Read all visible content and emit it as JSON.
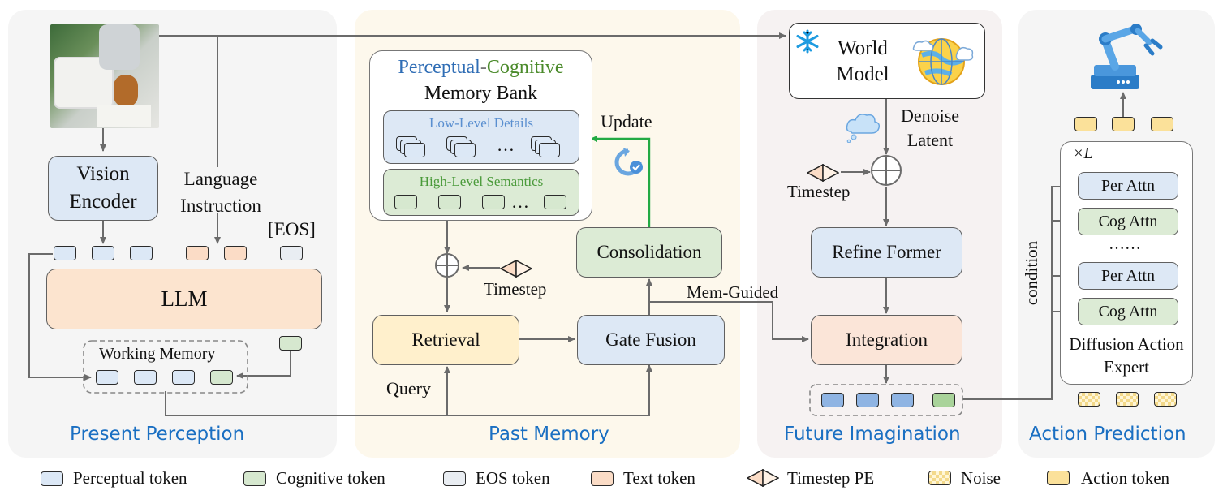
{
  "sections": {
    "present": "Present Perception",
    "past": "Past Memory",
    "future": "Future Imagination",
    "action": "Action Prediction"
  },
  "present": {
    "vision_encoder": "Vision Encoder",
    "language_instruction": "Language Instruction",
    "eos_label": "[EOS]",
    "llm": "LLM",
    "working_memory": "Working Memory"
  },
  "past": {
    "bank_title_perceptual": "Perceptual",
    "bank_title_dash": "-",
    "bank_title_cognitive": "Cognitive",
    "bank_subtitle": "Memory Bank",
    "low_level": "Low-Level Details",
    "high_level": "High-Level Semantics",
    "ellipsis": "…",
    "update": "Update",
    "timestep": "Timestep",
    "consolidation": "Consolidation",
    "retrieval": "Retrieval",
    "gate_fusion": "Gate Fusion",
    "query": "Query",
    "mem_guided": "Mem-Guided"
  },
  "future": {
    "world_model": "World Model",
    "denoise_latent": "Denoise Latent",
    "timestep": "Timestep",
    "refine_former": "Refine Former",
    "integration": "Integration"
  },
  "action": {
    "repeat": "×L",
    "per_attn": "Per Attn",
    "cog_attn": "Cog Attn",
    "dots": "……",
    "condition": "condition",
    "expert": "Diffusion Action Expert"
  },
  "legend": {
    "perceptual": "Perceptual token",
    "cognitive": "Cognitive token",
    "eos": "EOS token",
    "text": "Text token",
    "timestep_pe": "Timestep PE",
    "noise": "Noise",
    "action": "Action token"
  },
  "colors": {
    "perceptual_blue": "#2f6db5",
    "cognitive_green": "#4a8a2a",
    "update_arrow": "#22aa44",
    "section_title": "#1a6fc2"
  }
}
